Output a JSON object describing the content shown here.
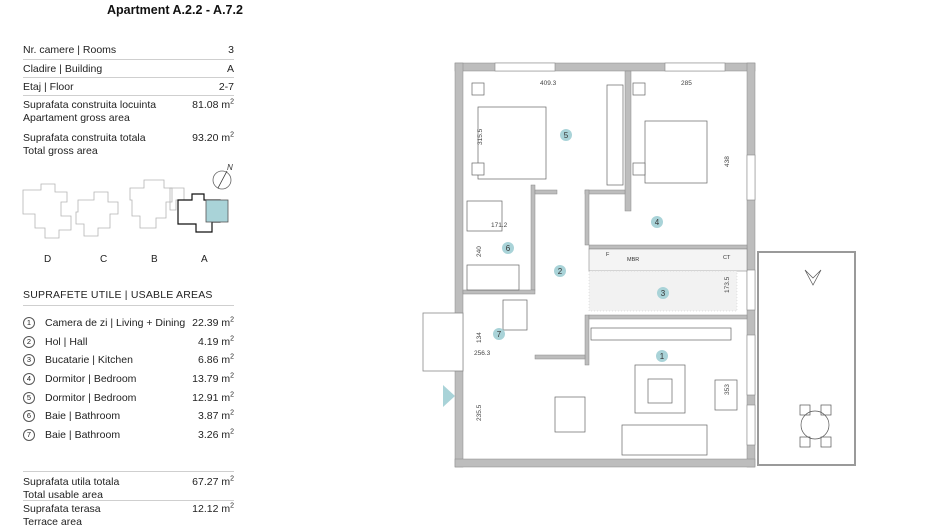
{
  "apartment": {
    "title": "Apartment A.2.2 - A.7.2"
  },
  "specs": [
    {
      "label": "Nr. camere  |  Rooms",
      "value": "3"
    },
    {
      "label": "Cladire  |  Building",
      "value": "A"
    },
    {
      "label": "Etaj  |  Floor",
      "value": "2-7"
    },
    {
      "label": "Suprafata construita locuinta",
      "sublabel": "Apartament gross area",
      "value": "81.08 m",
      "unit_sup": "2"
    },
    {
      "label": "Suprafata construita totala",
      "sublabel": "Total gross area",
      "value": "93.20 m",
      "unit_sup": "2"
    }
  ],
  "keyplan": {
    "compass": "N",
    "buildings": [
      "D",
      "C",
      "B",
      "A"
    ],
    "highlight_color": "#a9d3d8"
  },
  "usable_areas": {
    "heading": "SUPRAFETE UTILE  |  USABLE AREAS",
    "items": [
      {
        "num": "1",
        "label": "Camera de zi | Living + Dining",
        "value": "22.39 m",
        "unit_sup": "2"
      },
      {
        "num": "2",
        "label": "Hol | Hall",
        "value": "4.19 m",
        "unit_sup": "2"
      },
      {
        "num": "3",
        "label": "Bucatarie | Kitchen",
        "value": "6.86 m",
        "unit_sup": "2"
      },
      {
        "num": "4",
        "label": "Dormitor | Bedroom",
        "value": "13.79 m",
        "unit_sup": "2"
      },
      {
        "num": "5",
        "label": "Dormitor | Bedroom",
        "value": "12.91 m",
        "unit_sup": "2"
      },
      {
        "num": "6",
        "label": "Baie | Bathroom",
        "value": "3.87 m",
        "unit_sup": "2"
      },
      {
        "num": "7",
        "label": "Baie | Bathroom",
        "value": "3.26 m",
        "unit_sup": "2"
      }
    ]
  },
  "totals": [
    {
      "label": "Suprafata utila totala",
      "sublabel": "Total usable area",
      "value": "67.27 m",
      "unit_sup": "2"
    },
    {
      "label": "Suprafata terasa",
      "sublabel": "Terrace area",
      "value": "12.12 m",
      "unit_sup": "2"
    }
  ],
  "floorplan": {
    "room_markers": [
      "1",
      "2",
      "3",
      "4",
      "5",
      "6",
      "7"
    ],
    "dimensions": [
      "409.3",
      "285",
      "315.5",
      "438",
      "171.2",
      "240",
      "173.5",
      "134",
      "256.3",
      "353",
      "235.5"
    ],
    "appliance_labels": [
      "MBR",
      "CT",
      "F"
    ],
    "marker_color": "#a9d3d8",
    "wall_color": "#bdbdbd"
  }
}
